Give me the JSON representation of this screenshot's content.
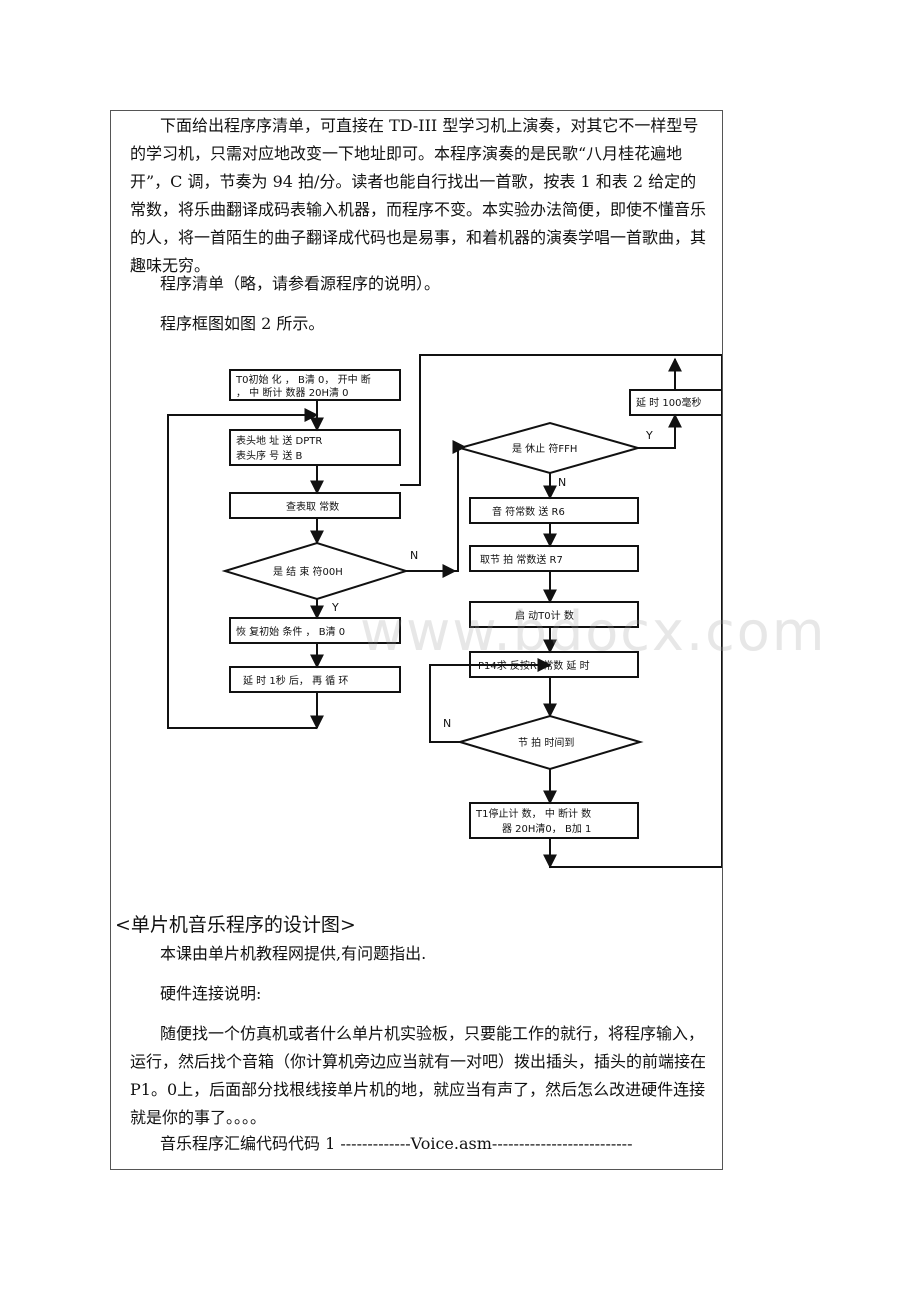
{
  "intro_paragraph": "下面给出程序序清单，可直接在 TD-III 型学习机上演奏，对其它不一样型号的学习机，只需对应地改变一下地址即可。本程序演奏的是民歌“八月桂花遍地开”，C 调，节奏为 94 拍/分。读者也能自行找出一首歌，按表 1 和表 2 给定的常数，将乐曲翻译成码表输入机器，而程序不变。本实验办法简便，即使不懂音乐的人，将一首陌生的曲子翻译成代码也是易事，和着机器的演奏学唱一首歌曲，其趣味无穷。",
  "listing_note": "程序清单（略，请参看源程序的说明）。",
  "flowchart_caption": "程序框图如图 2 所示。",
  "flowchart": {
    "init_box": [
      "T0初始 化 ， B清 0， 开中 断",
      "， 中 断计 数器 20H清 0"
    ],
    "table_addr_box": [
      "表头地 址 送     DPTR",
      "表头序 号 送          B"
    ],
    "lookup_box": "查表取 常数",
    "end_check": "是 结 束 符00H",
    "restore_box": "恢 复初始 条件 ， B清 0",
    "delay_loop_box": "延 时 1秒 后， 再 循 环",
    "stop_check": "是 休止 符FFH",
    "delay_100ms_box": "延 时 100毫秒",
    "note_const_box": "音 符常数 送       R6",
    "beat_const_box": "取节 拍 常数送       R7",
    "start_t0_box": "启 动T0计 数",
    "p14_box": "P14求 反按R6常数 延 时",
    "beat_check": "节 拍 时间到",
    "stop_t1_box": [
      "T1停止计 数， 中 断计 数",
      "器 20H清0， B加 1"
    ],
    "labels": {
      "yes": "Y",
      "no": "N"
    }
  },
  "section_heading": "<单片机音乐程序的设计图>",
  "credit_line": "本课由单片机教程网提供,有问题指出.",
  "hardware_heading": "硬件连接说明:",
  "hardware_paragraph": "随便找一个仿真机或者什么单片机实验板，只要能工作的就行，将程序输入，运行，然后找个音箱（你计算机旁边应当就有一对吧）拨出插头，插头的前端接在 P1。0上，后面部分找根线接单片机的地，就应当有声了，然后怎么改进硬件连接就是你的事了。。。。",
  "code_title_line": "音乐程序汇编代码代码 1 -------------Voice.asm--------------------------",
  "watermark": "www.bdocx.com"
}
